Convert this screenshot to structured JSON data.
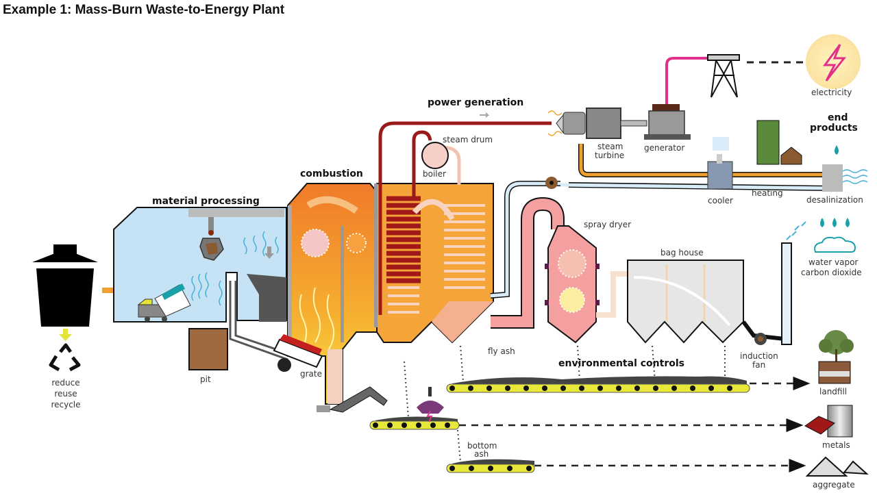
{
  "title": "Example 1: Mass-Burn Waste-to-Energy Plant",
  "sections": {
    "material_processing": "material processing",
    "combustion": "combustion",
    "power_generation": "power generation",
    "end_products": [
      "end",
      "products"
    ],
    "environmental_controls": "environmental controls"
  },
  "labels": {
    "reduce_reuse_recycle": [
      "reduce",
      "reuse",
      "recycle"
    ],
    "pit": "pit",
    "grate": "grate",
    "steam_drum": "steam drum",
    "boiler": "boiler",
    "steam_turbine": [
      "steam",
      "turbine"
    ],
    "generator": "generator",
    "electricity": "electricity",
    "cooler": "cooler",
    "heating": "heating",
    "desalinization": "desalinization",
    "spray_dryer": "spray dryer",
    "bag_house": "bag house",
    "water_vapor": "water vapor",
    "carbon_dioxide": "carbon dioxide",
    "induction_fan": [
      "induction",
      "fan"
    ],
    "fly_ash": "fly ash",
    "bottom_ash": [
      "bottom",
      "ash"
    ],
    "landfill": "landfill",
    "metals": "metals",
    "aggregate": "aggregate"
  },
  "colors": {
    "combustion_orange": "#f07a2a",
    "boiler_amber": "#f5a43a",
    "steam_red": "#b41e1e",
    "water_blue": "#cfe6f7",
    "hall_blue": "#c6e2f5",
    "dryer_pink": "#f4a0a0",
    "conveyor_yellow": "#e8e83a",
    "power_line_magenta": "#e0308a",
    "hot_pipe_orange": "#f0a030"
  }
}
